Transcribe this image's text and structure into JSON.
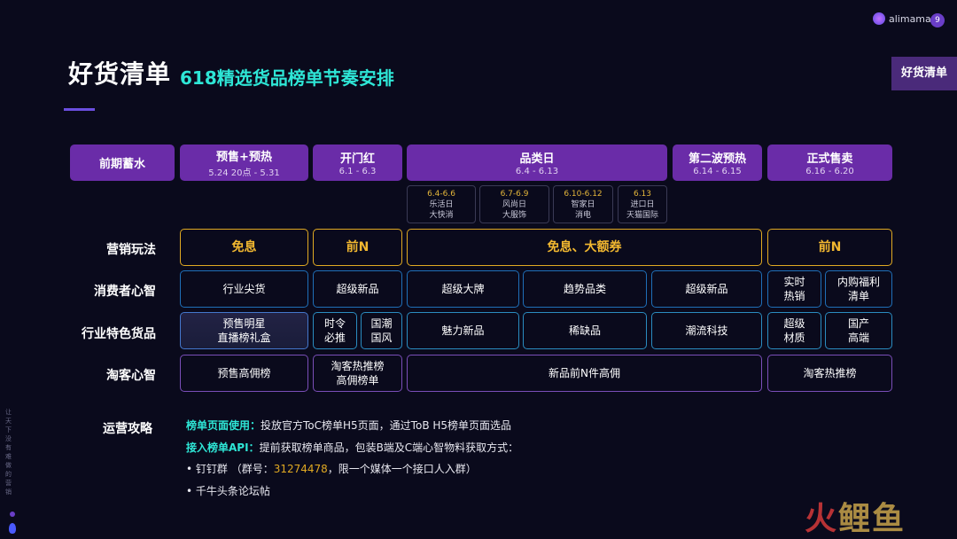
{
  "header": {
    "title": "好货清单",
    "subtitle": "618精选货品榜单节奏安排",
    "logo_text": "alimama",
    "page_number": "9",
    "section_tag": "好货清单"
  },
  "phases": [
    {
      "name": "前期蓄水",
      "date": ""
    },
    {
      "name": "预售+预热",
      "date": "5.24 20点 - 5.31"
    },
    {
      "name": "开门红",
      "date": "6.1 - 6.3"
    },
    {
      "name": "品类日",
      "date": "6.4 - 6.13"
    },
    {
      "name": "第二波预热",
      "date": "6.14 - 6.15"
    },
    {
      "name": "正式售卖",
      "date": "6.16 - 6.20"
    }
  ],
  "subdays": [
    {
      "date": "6.4-6.6",
      "line1": "乐活日",
      "line2": "大快消"
    },
    {
      "date": "6.7-6.9",
      "line1": "风尚日",
      "line2": "大服饰"
    },
    {
      "date": "6.10-6.12",
      "line1": "智家日",
      "line2": "消电"
    },
    {
      "date": "6.13",
      "line1": "进口日",
      "line2": "天猫国际"
    }
  ],
  "rows": {
    "marketing": {
      "label": "营销玩法",
      "c1": "免息",
      "c2": "前N",
      "c3": "免息、大额券",
      "c4": "前N"
    },
    "consumer": {
      "label": "消费者心智",
      "c1": "行业尖货",
      "c2": "超级新品",
      "c3": "超级大牌",
      "c4": "趋势品类",
      "c5": "超级新品",
      "c6a": "实时",
      "c6b": "热销",
      "c7a": "内购福利",
      "c7b": "清单"
    },
    "industry": {
      "label": "行业特色货品",
      "c1a": "预售明星",
      "c1b": "直播榜礼盒",
      "c2a": "时令",
      "c2b": "必推",
      "c3a": "国潮",
      "c3b": "国风",
      "c4": "魅力新品",
      "c5": "稀缺品",
      "c6": "潮流科技",
      "c7a": "超级",
      "c7b": "材质",
      "c8a": "国产",
      "c8b": "高端"
    },
    "taoke": {
      "label": "淘客心智",
      "c1": "预售高佣榜",
      "c2a": "淘客热推榜",
      "c2b": "高佣榜单",
      "c3": "新品前N件高佣",
      "c4": "淘客热推榜"
    }
  },
  "strategy": {
    "label": "运营攻略",
    "l1_key": "榜单页面使用：",
    "l1_text": "投放官方ToC榜单H5页面，通过ToB H5榜单页面选品",
    "l2_key": "接入榜单API：",
    "l2_text": "提前获取榜单商品，包装B端及C端心智物料获取方式：",
    "l3_pre": "•  钉钉群 （群号：",
    "l3_num": "31274478",
    "l3_post": "，限一个媒体一个接口人入群）",
    "l4": "•  千牛头条论坛帖"
  },
  "side_text": "让天下没有难做的营销",
  "watermark": {
    "a": "火",
    "b": "鲤鱼"
  }
}
